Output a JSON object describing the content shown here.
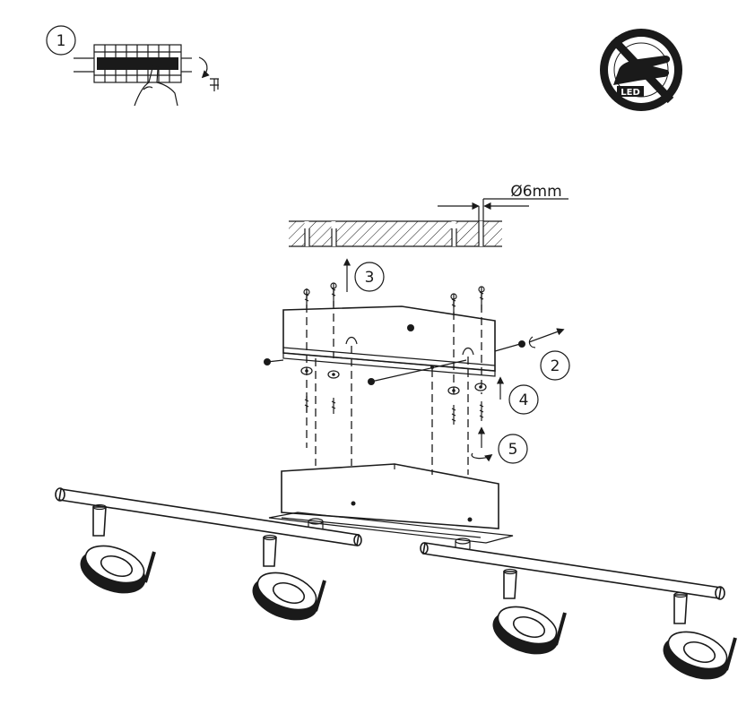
{
  "steps": [
    {
      "number": "1"
    },
    {
      "number": "2"
    },
    {
      "number": "3"
    },
    {
      "number": "4"
    },
    {
      "number": "5"
    }
  ],
  "dimension": {
    "drill_diameter": "Ø6mm"
  },
  "warning": {
    "badge_text": "LED",
    "meaning": "do-not-touch-led-icon"
  },
  "colors": {
    "line": "#1a1a1a",
    "badge_ring": "#1a1a1a",
    "background": "#ffffff"
  }
}
